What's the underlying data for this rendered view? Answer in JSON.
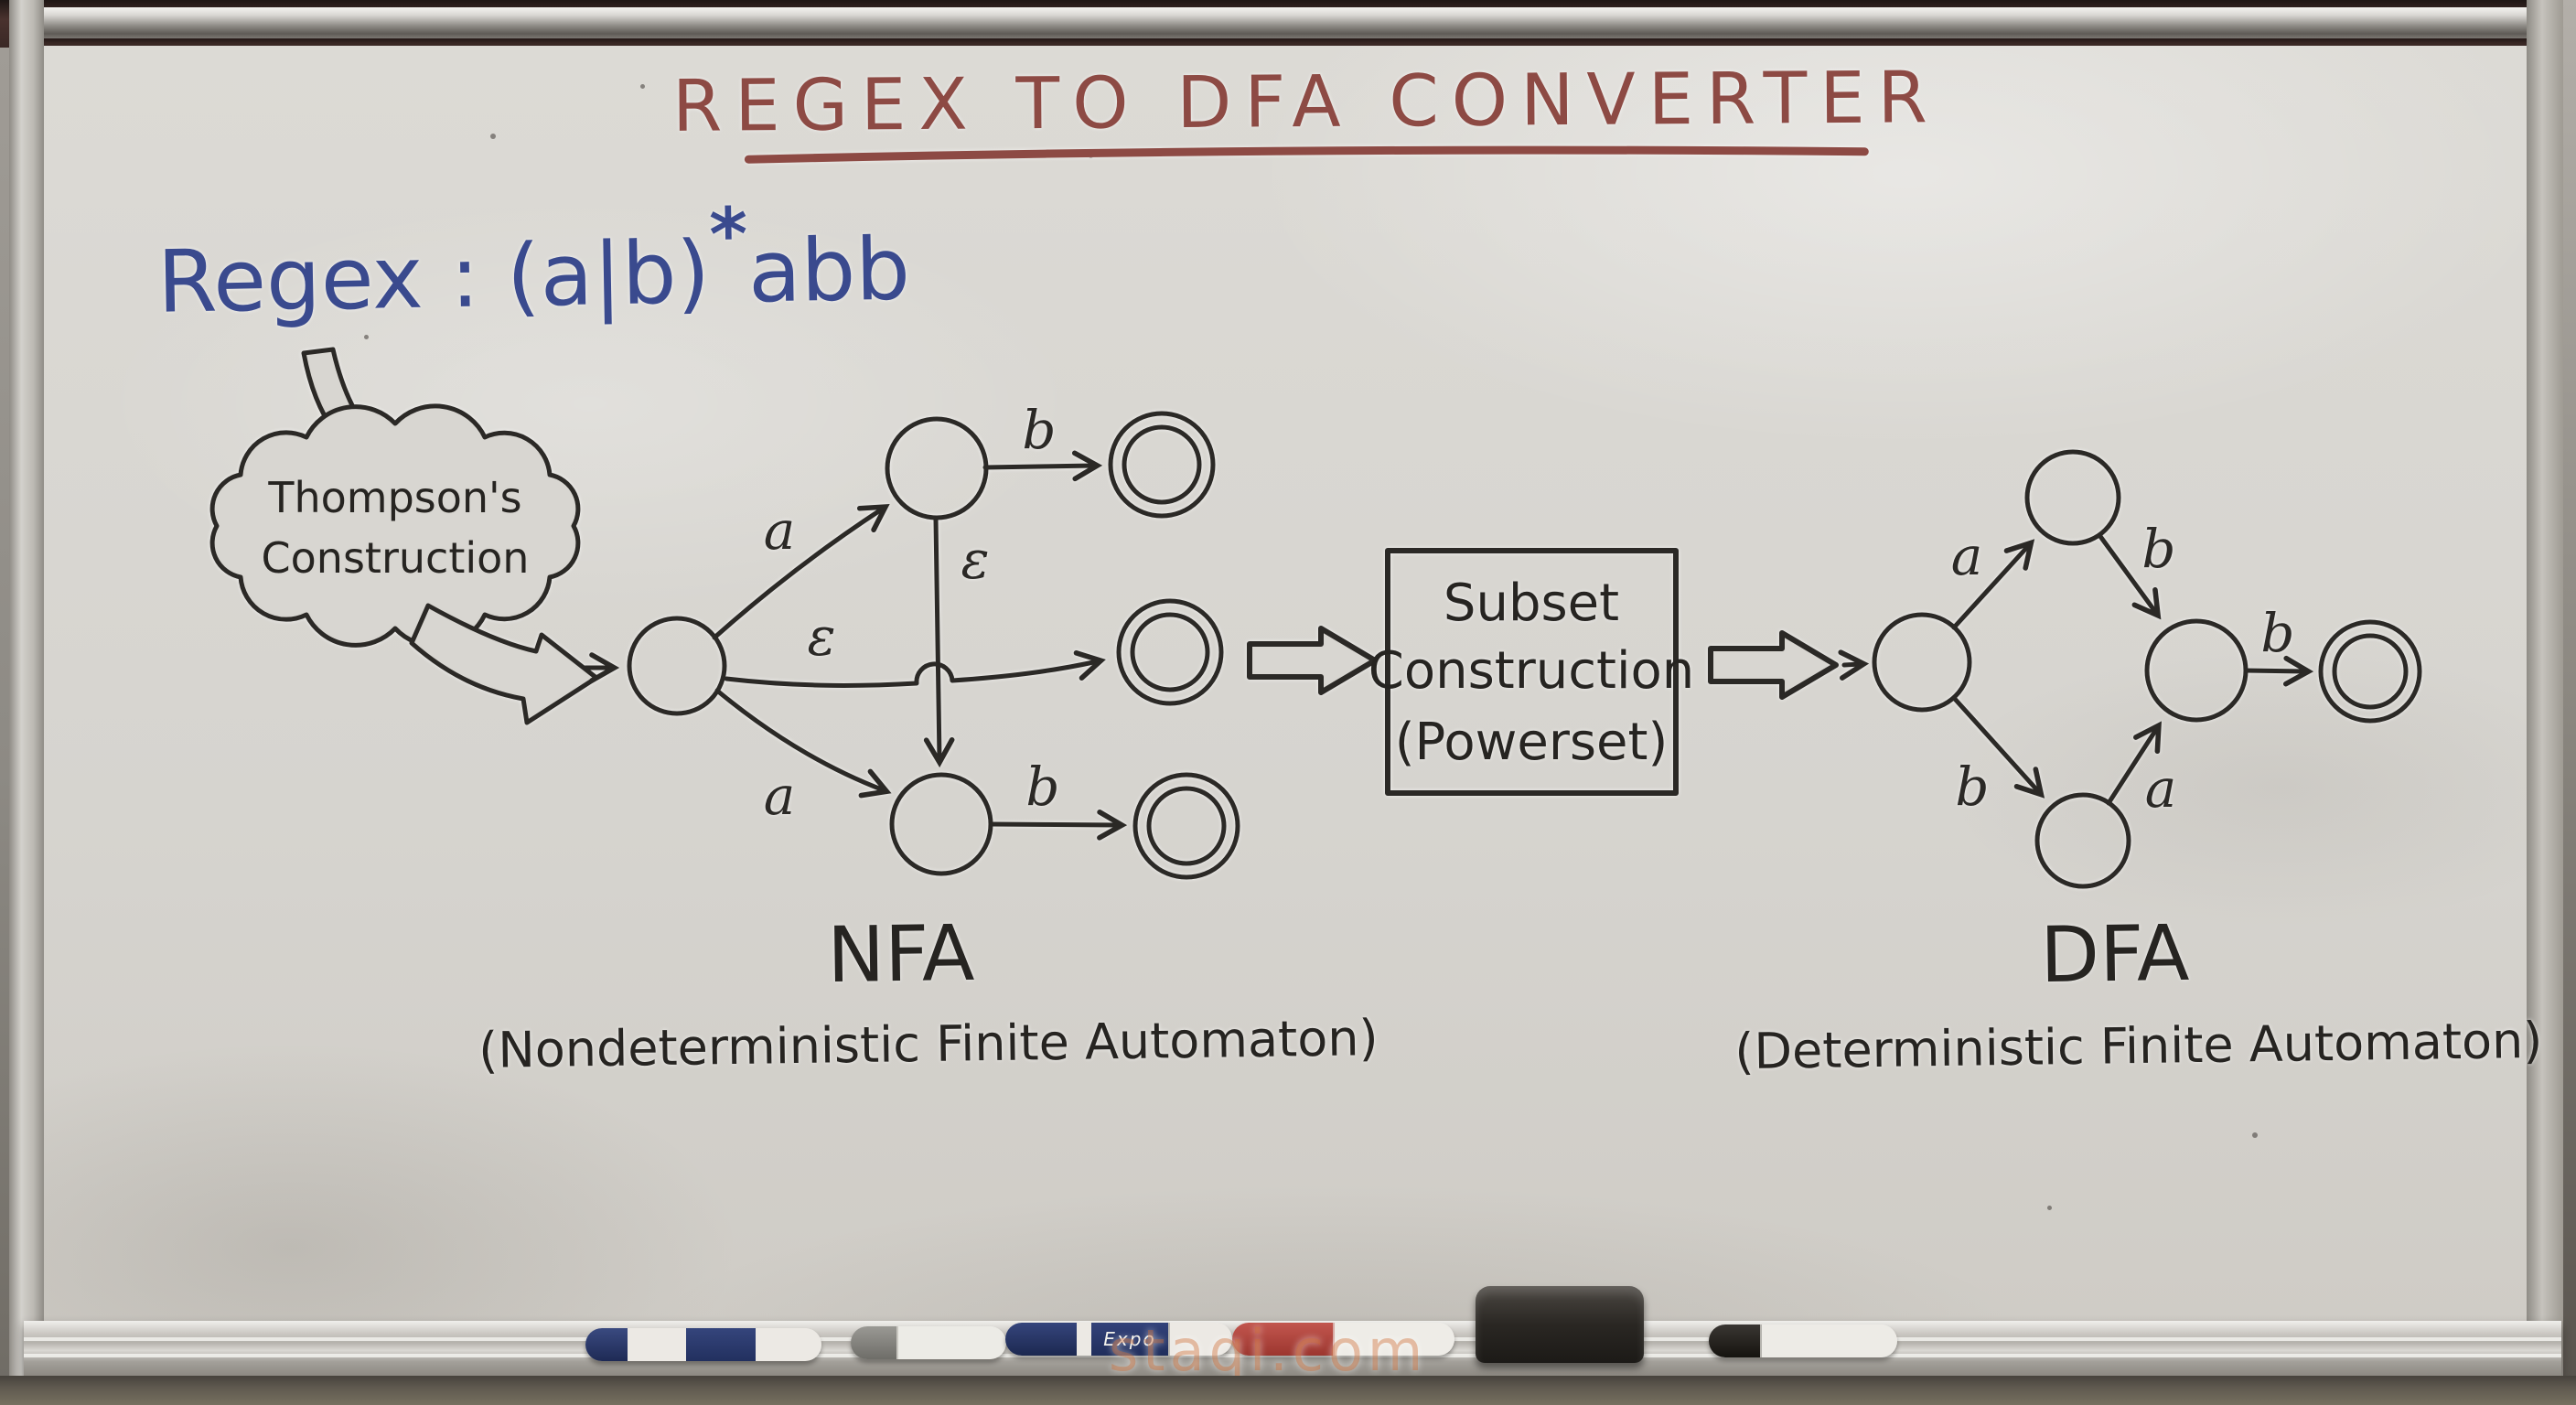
{
  "title": {
    "text": "REGEX TO DFA CONVERTER",
    "color": "#8d4a44"
  },
  "regex": {
    "prefix": "Regex : (a|b)",
    "star": "*",
    "suffix": "abb",
    "color": "#3a4a8e"
  },
  "cloud": {
    "line1": "Thompson's",
    "line2": "Construction"
  },
  "nfa": {
    "caption": "NFA",
    "subcaption": "(Nondeterministic Finite Automaton)",
    "edge_labels": {
      "start_to_top": "a",
      "start_to_mid": "ε",
      "start_to_bottom": "a",
      "top_to_bottom": "ε",
      "top_to_accept": "b",
      "bottom_to_accept": "b"
    }
  },
  "converter_box": {
    "line1": "Subset",
    "line2": "Construction",
    "line3": "(Powerset)"
  },
  "dfa": {
    "caption": "DFA",
    "subcaption": "(Deterministic Finite Automaton)",
    "edge_labels": {
      "start_to_top": "a",
      "start_to_bottom": "b",
      "top_to_mid": "b",
      "bottom_to_mid": "a",
      "mid_to_accept": "b"
    }
  },
  "ink_color": "#2b2926",
  "tray": {
    "watermark": "staqi.com",
    "eraser": "dark-felt-eraser",
    "markers": [
      {
        "name": "blue-white-marker",
        "color": "#2d3a6e"
      },
      {
        "name": "white-gray-marker",
        "color": "#8a8a86"
      },
      {
        "name": "expo-blue-marker",
        "color": "#22306b",
        "logo": "Expo"
      },
      {
        "name": "red-white-marker",
        "color": "#b8403a"
      },
      {
        "name": "black-white-marker",
        "color": "#1c1a18"
      }
    ]
  }
}
